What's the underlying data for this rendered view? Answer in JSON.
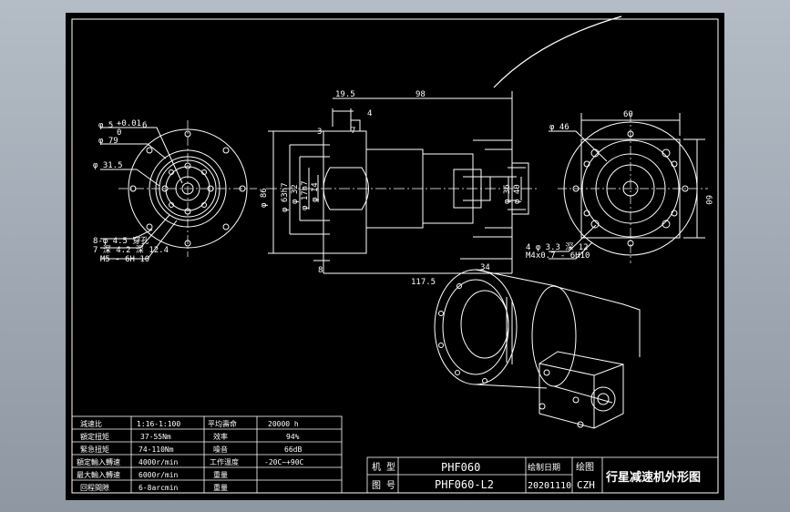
{
  "specs": {
    "rows": [
      {
        "k1": "減速比",
        "v1": "1:16-1:100",
        "k2": "平均壽命",
        "v2": "20000 h"
      },
      {
        "k1": "額定扭矩",
        "v1": "37-55Nm",
        "k2": "效率",
        "v2": "94%"
      },
      {
        "k1": "緊急扭矩",
        "v1": "74-110Nm",
        "k2": "噪音",
        "v2": "66dB"
      },
      {
        "k1": "額定輸入轉速",
        "v1": "4000r/min",
        "k2": "工作溫度",
        "v2": "-20C~+90C"
      },
      {
        "k1": "最大輸入轉速",
        "v1": "6000r/min",
        "k2": "重量",
        "v2": ""
      },
      {
        "k1": "回程間隙",
        "v1": "6-8arcmin",
        "k2": "重量",
        "v2": ""
      }
    ]
  },
  "title_block": {
    "model_label": "机 型",
    "model_value": "PHF060",
    "drawing_no_label": "图 号",
    "drawing_no_value": "PHF060-L2",
    "date_label": "绘制日期",
    "date_value": "20201110",
    "drafter_label": "绘图",
    "drafter_value": "CZH",
    "title": "行星减速机外形图"
  },
  "left_view": {
    "tol_upper": "+0.01",
    "tol_lower": "0",
    "bore_dia": "φ 5",
    "bore_depth": "6",
    "pcd_79": "φ 79",
    "dia_31_5": "φ 31.5",
    "holes_8": "8-φ 4.5 穿孔",
    "counterbore": "7 深 4.2 深 12.4",
    "thread_m5": "M5 - 6H 10"
  },
  "side_view": {
    "dim_19_5": "19.5",
    "dim_98": "98",
    "dim_4": "4",
    "dim_3": "3",
    "dim_7": "7",
    "dim_d86": "φ 86",
    "dim_d63": "φ 63h7",
    "dim_d32": "φ 32",
    "dim_d17": "φ 17h7",
    "dim_d14": "φ 14",
    "dim_d36": "φ 36",
    "dim_d40": "φ 40",
    "dim_8": "8",
    "dim_34": "34",
    "dim_117_5": "117.5"
  },
  "right_view": {
    "dim_60_top": "60",
    "dim_60_side": "60",
    "dia_46": "φ 46",
    "holes_4": "4 φ 3.3 深 12",
    "thread_m4": "M4x0.7 - 6H10"
  }
}
